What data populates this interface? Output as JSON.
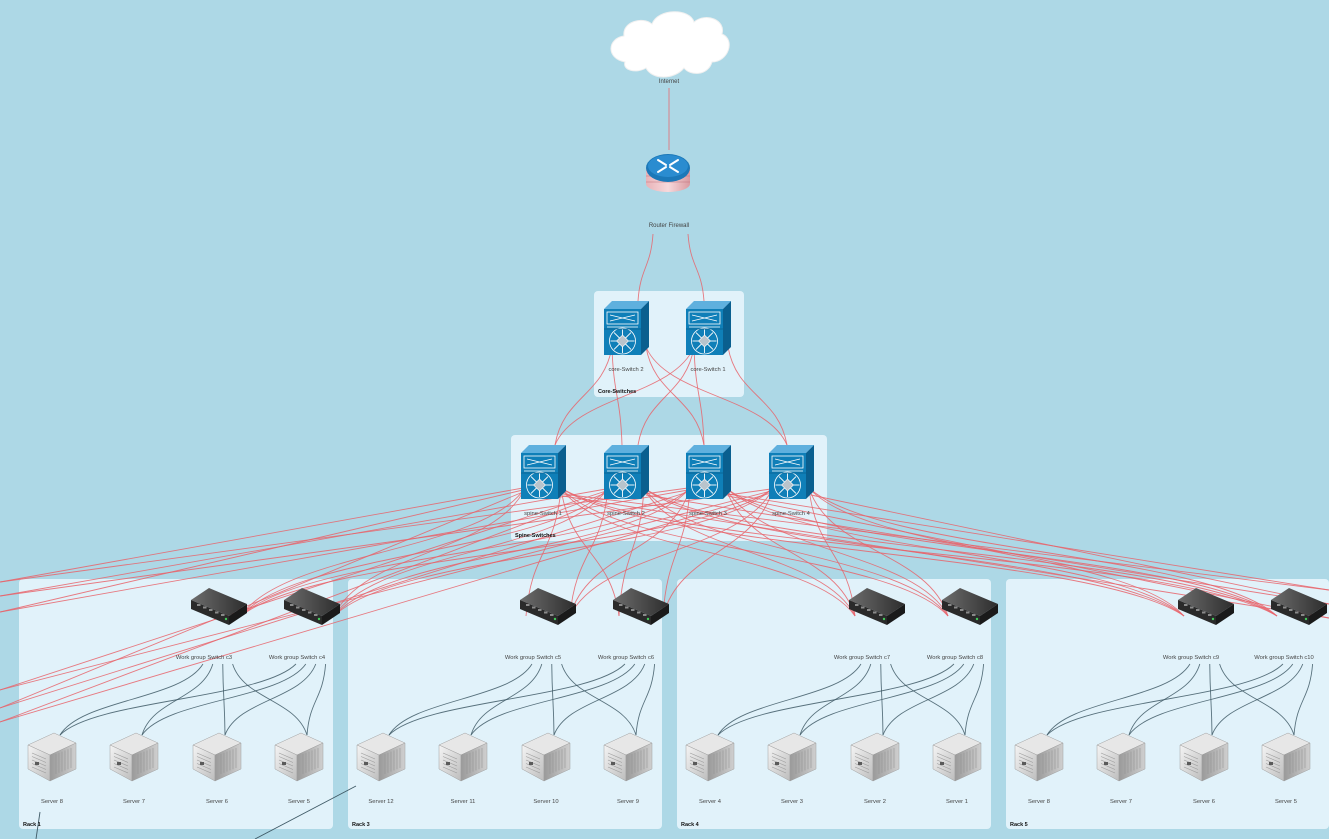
{
  "colors": {
    "background": "#add8e6",
    "group_fill": "#e1f2fa",
    "red_link": "#e8646b",
    "grey_link": "#3f5a66",
    "cisco_blue": "#0f7fb8",
    "label": "#444444"
  },
  "internet": {
    "label": "Internet",
    "icon": "cloud-icon"
  },
  "router": {
    "label": "Router Firewall",
    "icon": "router-icon"
  },
  "core": {
    "group_label": "Core-Switches",
    "switches": [
      {
        "label": "core-Switch 2"
      },
      {
        "label": "core-Switch 1"
      }
    ]
  },
  "spine": {
    "group_label": "Spine-Switches",
    "switches": [
      {
        "label": "spine-Switch 1"
      },
      {
        "label": "spine-Switch 2"
      },
      {
        "label": "spine-Switch 3"
      },
      {
        "label": "spine-Switch 4"
      }
    ]
  },
  "racks": [
    {
      "label": "Rack 1",
      "switches": [
        {
          "label": "Work group Switch c3"
        },
        {
          "label": "Work group Switch c4"
        }
      ],
      "servers": [
        {
          "label": "Server 8"
        },
        {
          "label": "Server 7"
        },
        {
          "label": "Server 6"
        },
        {
          "label": "Server 5"
        }
      ]
    },
    {
      "label": "Rack 3",
      "switches": [
        {
          "label": "Work group Switch c5"
        },
        {
          "label": "Work group Switch c6"
        }
      ],
      "servers": [
        {
          "label": "Server 12"
        },
        {
          "label": "Server 11"
        },
        {
          "label": "Server 10"
        },
        {
          "label": "Server 9"
        }
      ]
    },
    {
      "label": "Rack 4",
      "switches": [
        {
          "label": "Work group Switch c7"
        },
        {
          "label": "Work group Switch c8"
        }
      ],
      "servers": [
        {
          "label": "Server 4"
        },
        {
          "label": "Server 3"
        },
        {
          "label": "Server 2"
        },
        {
          "label": "Server 1"
        }
      ]
    },
    {
      "label": "Rack 5",
      "switches": [
        {
          "label": "Work group Switch c9"
        },
        {
          "label": "Work group Switch c10"
        }
      ],
      "servers": [
        {
          "label": "Server 8"
        },
        {
          "label": "Server 7"
        },
        {
          "label": "Server 6"
        },
        {
          "label": "Server 5"
        }
      ]
    }
  ]
}
